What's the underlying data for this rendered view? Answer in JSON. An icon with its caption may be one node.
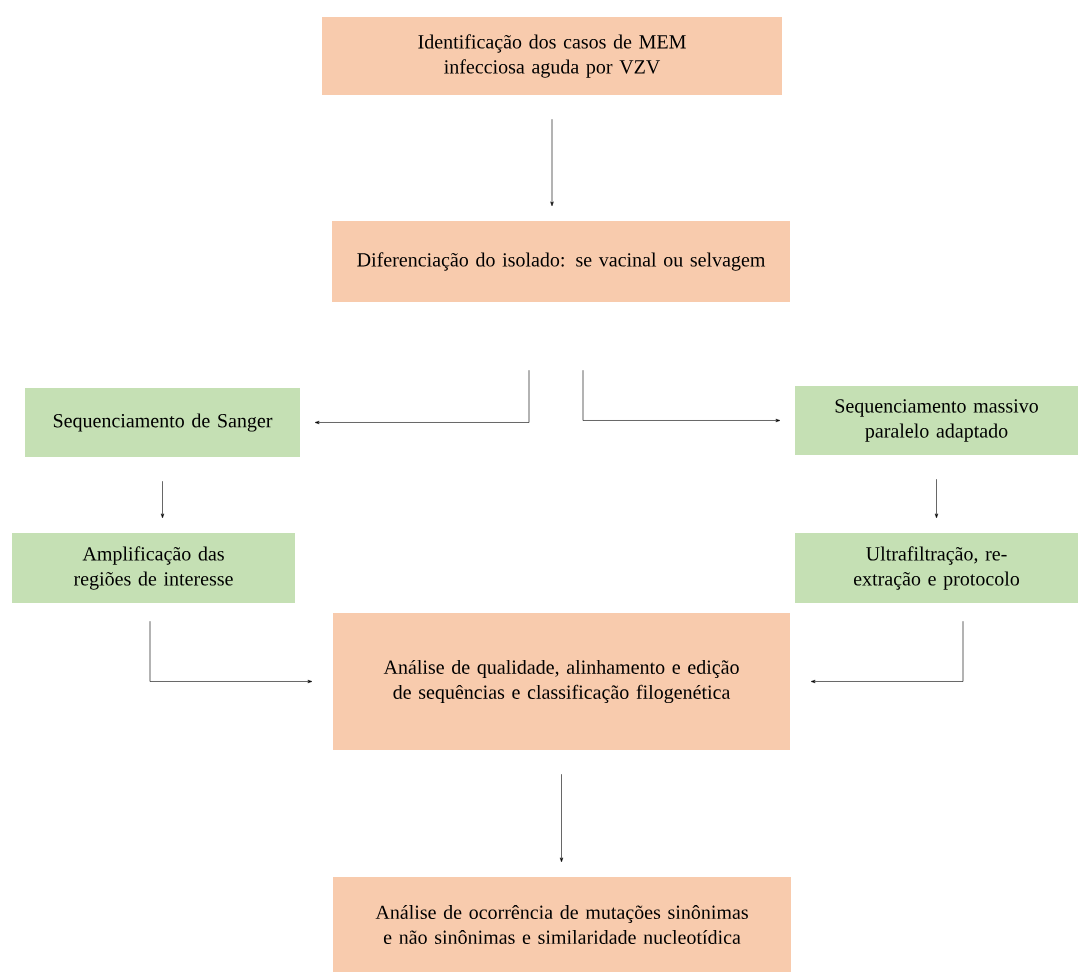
{
  "diagram": {
    "nodes": [
      {
        "text": [
          "Identificação dos casos de MEM infecciosa aguda por VZV"
        ]
      },
      {
        "text": [
          "Diferenciação do isolado: se vacinal ou selvagem"
        ]
      },
      {
        "text": [
          "Sequenciamento de Sanger"
        ]
      },
      {
        "text": [
          "Sequenciamento massivo paralelo adaptado"
        ]
      },
      {
        "text": [
          "Amplificação das regiões de interesse"
        ]
      },
      {
        "text": [
          "Ultrafiltração, re-extração e protocolo"
        ]
      },
      {
        "text": [
          "Análise de qualidade, alinhamento e edição de sequências e classificação filogenética"
        ]
      },
      {
        "text": [
          "Análise de ocorrência de mutações sinônimas e não sinônimas e similaridade nucleotídica"
        ]
      }
    ],
    "edges": [
      {
        "from": 0,
        "to": 1,
        "arrow": "to"
      },
      {
        "from": 1,
        "to": 2,
        "arrow": "to"
      },
      {
        "from": 1,
        "to": 3,
        "arrow": "to"
      },
      {
        "from": 2,
        "to": 4,
        "arrow": "to"
      },
      {
        "from": 3,
        "to": 5,
        "arrow": "to"
      },
      {
        "from": 4,
        "to": 6,
        "arrow": "to"
      },
      {
        "from": 5,
        "to": 6,
        "arrow": "to"
      },
      {
        "from": 6,
        "to": 7,
        "arrow": "to"
      }
    ]
  }
}
